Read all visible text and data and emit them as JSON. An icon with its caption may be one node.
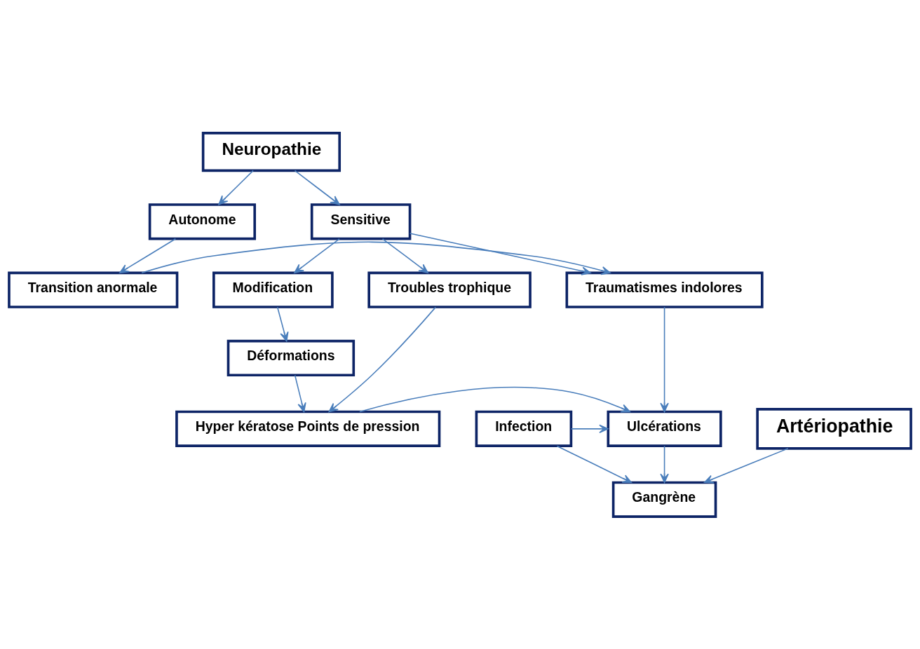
{
  "diagram": {
    "nodes": [
      {
        "text": [
          "Neuropathie"
        ]
      },
      {
        "text": [
          "Autonome"
        ]
      },
      {
        "text": [
          "Sensitive"
        ]
      },
      {
        "text": [
          "Transition anormale"
        ]
      },
      {
        "text": [
          "Traumatismes indolores"
        ]
      },
      {
        "text": [
          "Modification"
        ]
      },
      {
        "text": [
          "Troubles trophique"
        ]
      },
      {
        "text": [
          "Déformations"
        ]
      },
      {
        "text": [
          "Infection"
        ]
      },
      {
        "text": [
          "Ulcérations"
        ]
      },
      {
        "text": [
          "Hyper kératose Points de pression"
        ]
      },
      {
        "text": [
          "Gangrène"
        ]
      },
      {
        "text": [
          "Artériopathie"
        ]
      }
    ],
    "edges": [
      {
        "from": 0,
        "to": 1,
        "arrow": "to"
      },
      {
        "from": 0,
        "to": 2,
        "arrow": "to"
      },
      {
        "from": 1,
        "to": 3,
        "arrow": "to"
      },
      {
        "from": 3,
        "to": 4,
        "arrow": "to"
      },
      {
        "from": 2,
        "to": 4,
        "arrow": "to"
      },
      {
        "from": 2,
        "to": 5,
        "arrow": "to"
      },
      {
        "from": 2,
        "to": 6,
        "arrow": "to"
      },
      {
        "from": 5,
        "to": 7,
        "arrow": "to"
      },
      {
        "from": 7,
        "to": 10,
        "arrow": "to"
      },
      {
        "from": 6,
        "to": 10,
        "arrow": "to"
      },
      {
        "from": 4,
        "to": 9,
        "arrow": "to"
      },
      {
        "from": 8,
        "to": 9,
        "arrow": "to"
      },
      {
        "from": 10,
        "to": 9,
        "arrow": "to"
      },
      {
        "from": 9,
        "to": 11,
        "arrow": "to"
      },
      {
        "from": 8,
        "to": 11,
        "arrow": "to"
      },
      {
        "from": 12,
        "to": 11,
        "arrow": "to"
      }
    ]
  }
}
